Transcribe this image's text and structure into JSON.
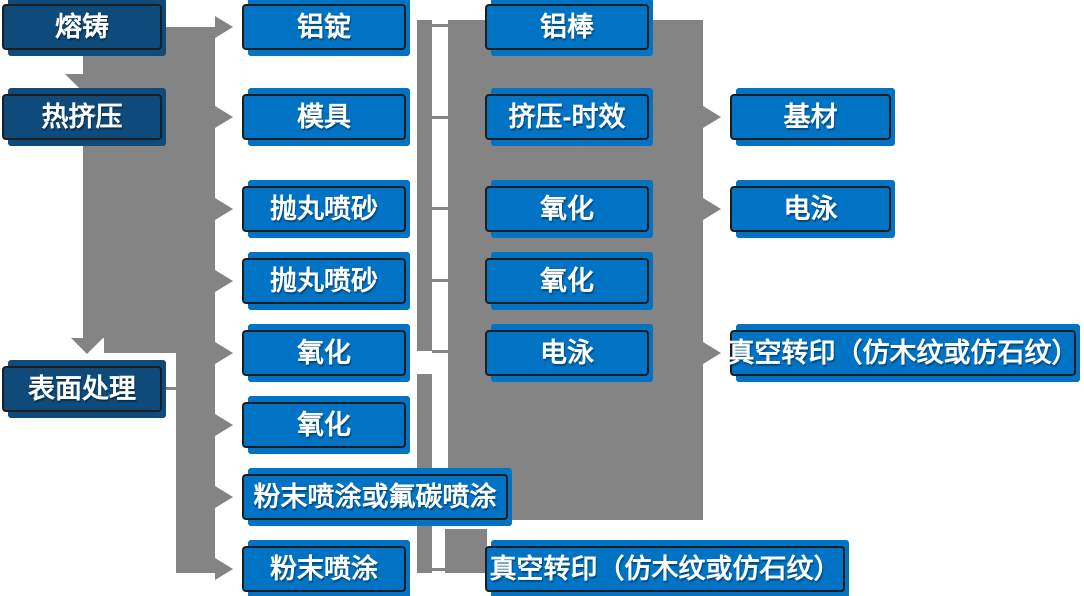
{
  "diagram": {
    "description": "Aluminum profile production process flowchart",
    "colors": {
      "node_dark_blue": "#0e4b7b",
      "node_bright_blue": "#0073c4",
      "connector_gray": "#848484",
      "node_border": "#1d1d1d",
      "node_text": "#ffffff",
      "background": "#ffffff"
    },
    "nodes": [
      {
        "id": "melting-casting",
        "label": "熔铸"
      },
      {
        "id": "hot-extrusion",
        "label": "热挤压"
      },
      {
        "id": "surface-treatment",
        "label": "表面处理"
      },
      {
        "id": "aluminum-ingot",
        "label": "铝锭"
      },
      {
        "id": "mold",
        "label": "模具"
      },
      {
        "id": "shot-blasting-sandblasting-1",
        "label": "抛丸喷砂"
      },
      {
        "id": "shot-blasting-sandblasting-2",
        "label": "抛丸喷砂"
      },
      {
        "id": "oxidation-1",
        "label": "氧化"
      },
      {
        "id": "oxidation-2",
        "label": "氧化"
      },
      {
        "id": "powder-or-fluorocarbon-coating",
        "label": "粉末喷涂或氟碳喷涂"
      },
      {
        "id": "powder-coating",
        "label": "粉末喷涂"
      },
      {
        "id": "aluminum-rod",
        "label": "铝棒"
      },
      {
        "id": "extrusion-aging",
        "label": "挤压-时效"
      },
      {
        "id": "oxidation-3",
        "label": "氧化"
      },
      {
        "id": "oxidation-4",
        "label": "氧化"
      },
      {
        "id": "electrophoresis-1",
        "label": "电泳"
      },
      {
        "id": "vacuum-transfer-printing-1",
        "label": "真空转印（仿木纹或仿石纹）"
      },
      {
        "id": "base-material",
        "label": "基材"
      },
      {
        "id": "electrophoresis-2",
        "label": "电泳"
      },
      {
        "id": "vacuum-transfer-printing-2",
        "label": "真空转印（仿木纹或仿石纹）"
      }
    ],
    "connector_arrows": [
      {
        "type": "down",
        "target": "热挤压"
      },
      {
        "type": "down",
        "target": "表面处理"
      },
      {
        "type": "right",
        "target": "铝锭"
      },
      {
        "type": "right",
        "target": "模具"
      },
      {
        "type": "right",
        "target": "抛丸喷砂"
      },
      {
        "type": "right",
        "target": "抛丸喷砂"
      },
      {
        "type": "right",
        "target": "氧化"
      },
      {
        "type": "right",
        "target": "氧化"
      },
      {
        "type": "right",
        "target": "粉末喷涂或氟碳喷涂"
      },
      {
        "type": "right",
        "target": "粉末喷涂"
      },
      {
        "type": "right",
        "target": "基材"
      },
      {
        "type": "right",
        "target": "电泳"
      },
      {
        "type": "right",
        "target": "真空转印（仿木纹或仿石纹）"
      }
    ]
  }
}
